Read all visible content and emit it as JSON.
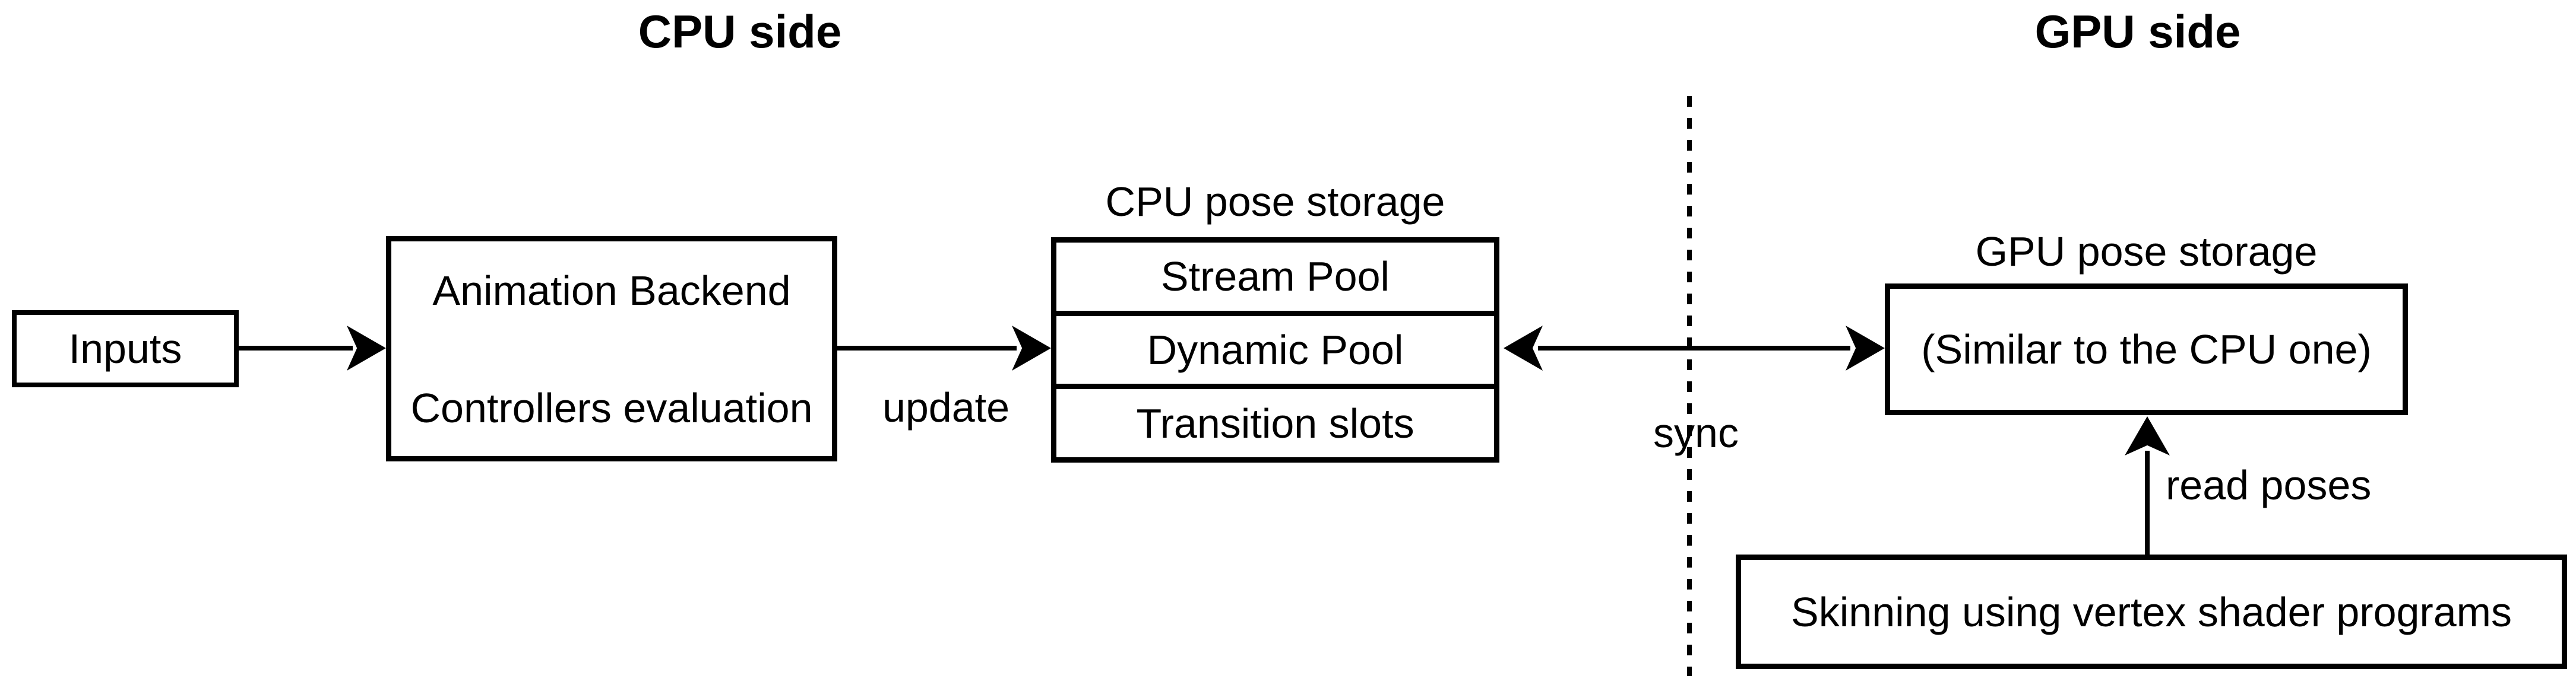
{
  "diagram": {
    "titles": {
      "cpu_side": "CPU side",
      "gpu_side": "GPU side"
    },
    "boxes": {
      "inputs": {
        "label": "Inputs"
      },
      "backend": {
        "line1": "Animation Backend",
        "line2": "Controllers evaluation"
      },
      "skinning": {
        "label": "Skinning using vertex shader programs"
      }
    },
    "cpu_storage": {
      "title": "CPU pose storage",
      "rows": [
        "Stream Pool",
        "Dynamic Pool",
        "Transition slots"
      ]
    },
    "gpu_storage": {
      "title": "GPU pose storage",
      "content": "(Similar to the CPU one)"
    },
    "edge_labels": {
      "update": "update",
      "sync": "sync",
      "read_poses": "read poses"
    },
    "colors": {
      "ink": "#000000",
      "background": "#ffffff"
    }
  }
}
